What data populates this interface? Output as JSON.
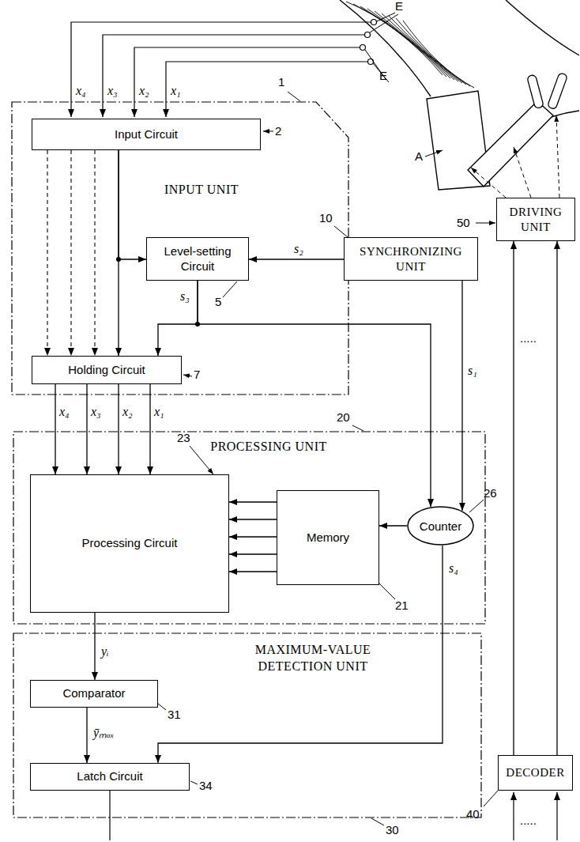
{
  "diagram": {
    "nodes": [
      {
        "text": [
          "INPUT UNIT"
        ]
      },
      {
        "text": [
          "Input Circuit"
        ],
        "in": 0
      },
      {
        "text": [
          "Level-setting Circuit"
        ],
        "in": 0
      },
      {
        "text": [
          "Holding Circuit"
        ],
        "in": 0
      },
      {
        "text": [
          "SYNCHRONIZING UNIT"
        ]
      },
      {
        "text": [
          "DRIVING UNIT"
        ]
      },
      {
        "text": [
          "PROCESSING UNIT"
        ]
      },
      {
        "text": [
          "Processing Circuit"
        ],
        "in": 6
      },
      {
        "text": [
          "Memory"
        ],
        "in": 6
      },
      {
        "text": [
          "Counter"
        ],
        "in": 6
      },
      {
        "text": [
          "MAXIMUM-VALUE DETECTION UNIT"
        ]
      },
      {
        "text": [
          "Comparator"
        ],
        "in": 10
      },
      {
        "text": [
          "Latch Circuit"
        ],
        "in": 10
      },
      {
        "text": [
          "DECODER"
        ]
      }
    ],
    "edges": [
      {
        "from": 1,
        "to": 3,
        "arrow": "to"
      },
      {
        "from": 1,
        "to": 2,
        "arrow": "to"
      },
      {
        "from": 2,
        "to": 3,
        "label": "s₃",
        "arrow": "to"
      },
      {
        "from": 4,
        "to": 2,
        "label": "s₂",
        "arrow": "to"
      },
      {
        "from": 4,
        "to": 9,
        "label": "s₁",
        "arrow": "to"
      },
      {
        "from": 2,
        "to": 9,
        "arrow": "to"
      },
      {
        "from": 3,
        "to": 7,
        "label": "x₄",
        "arrow": "to"
      },
      {
        "from": 3,
        "to": 7,
        "label": "x₃",
        "arrow": "to"
      },
      {
        "from": 3,
        "to": 7,
        "label": "x₂",
        "arrow": "to"
      },
      {
        "from": 3,
        "to": 7,
        "label": "x₁",
        "arrow": "to"
      },
      {
        "from": 8,
        "to": 7,
        "arrow": "to"
      },
      {
        "from": 8,
        "to": 7,
        "arrow": "to"
      },
      {
        "from": 8,
        "to": 7,
        "arrow": "to"
      },
      {
        "from": 8,
        "to": 7,
        "arrow": "to"
      },
      {
        "from": 8,
        "to": 7,
        "arrow": "to"
      },
      {
        "from": 9,
        "to": 8,
        "arrow": "to"
      },
      {
        "from": 7,
        "to": 11,
        "label": "yᵢ",
        "arrow": "to"
      },
      {
        "from": 11,
        "to": 12,
        "label": "ȳₘₐₓ",
        "arrow": "to"
      },
      {
        "from": 9,
        "to": 12,
        "label": "s₄",
        "arrow": "to"
      },
      {
        "from": 13,
        "to": 5,
        "arrow": "to"
      },
      {
        "from": 13,
        "to": 5,
        "arrow": "to"
      }
    ],
    "labels": [
      "E",
      "E",
      "x₄",
      "x₃",
      "x₂",
      "x₁",
      "A",
      "1",
      "2",
      "50",
      "10",
      "5",
      "7",
      "20",
      "23",
      "26",
      "21",
      "31",
      "34",
      "30",
      ".....",
      "40",
      "....."
    ]
  }
}
